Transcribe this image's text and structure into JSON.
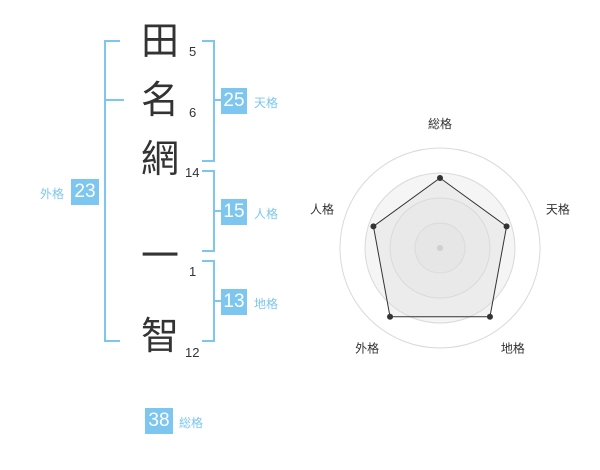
{
  "characters": [
    {
      "char": "田",
      "strokes": "5"
    },
    {
      "char": "名",
      "strokes": "6"
    },
    {
      "char": "網",
      "strokes": "14"
    },
    {
      "char": "一",
      "strokes": "1"
    },
    {
      "char": "智",
      "strokes": "12"
    }
  ],
  "kakaku": {
    "tenkaku": {
      "value": "25",
      "label": "天格"
    },
    "jinkaku": {
      "value": "15",
      "label": "人格"
    },
    "chikaku": {
      "value": "13",
      "label": "地格"
    },
    "gaikaku": {
      "value": "23",
      "label": "外格"
    },
    "soukaku": {
      "value": "38",
      "label": "総格"
    }
  },
  "colors": {
    "accent": "#7cc6f0",
    "text": "#333333"
  },
  "chart_data": {
    "type": "radar",
    "axes": [
      "総格",
      "天格",
      "地格",
      "外格",
      "人格"
    ],
    "values": [
      0.7,
      0.7,
      0.85,
      0.85,
      0.7
    ],
    "range": [
      0,
      1
    ],
    "rings": 4
  }
}
